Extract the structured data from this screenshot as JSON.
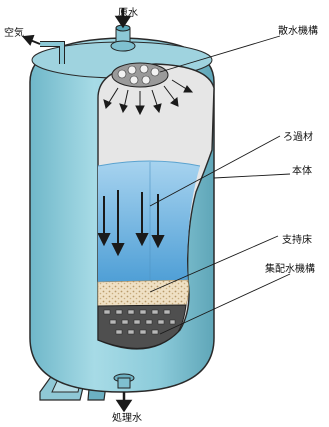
{
  "labels": {
    "raw_water": "原水",
    "air": "空気",
    "distributor": "散水機構",
    "filter_media": "ろ過材",
    "vessel_body": "本体",
    "support_bed": "支持床",
    "collector": "集配水機構",
    "treated_water": "処理水"
  },
  "colors": {
    "vessel_shell": "#7fc4d4",
    "vessel_edge": "#2a2a2a",
    "water": "#78b8e0",
    "interior_top": "#e6e6e6",
    "arrow": "#1a1a1a",
    "gravel": "#e8d8b8",
    "collector_base": "#5a5a5a"
  }
}
